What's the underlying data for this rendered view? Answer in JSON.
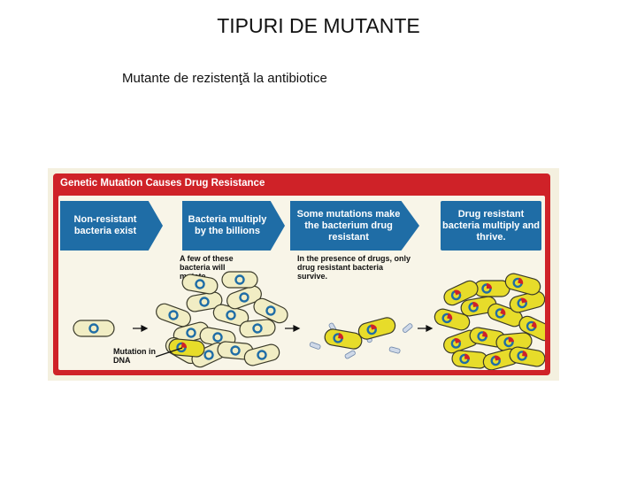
{
  "slide": {
    "title": "TIPURI DE MUTANTE",
    "subtitle": "Mutante de rezistenţă la antibiotice"
  },
  "figure": {
    "title": "Genetic Mutation Causes Drug Resistance",
    "steps": [
      {
        "label": "Non-resistant bacteria exist"
      },
      {
        "label": "Bacteria multiply by the billions"
      },
      {
        "label": "Some mutations make the bacterium drug resistant"
      },
      {
        "label": "Drug resistant bacteria multiply and thrive."
      }
    ],
    "notes": {
      "few_mutate": "A few of these bacteria will mutate.",
      "drugs_survive": "In the presence of drugs, only drug resistant bacteria survive."
    },
    "mutation_label": "Mutation in DNA",
    "colors": {
      "frame": "#cf2228",
      "step_box": "#1f6da6",
      "normal_cell": "#f1edc4",
      "resistant_cell": "#e7dc2a",
      "nucleoid": "#1f6da6",
      "mutation": "#cf2228"
    }
  }
}
